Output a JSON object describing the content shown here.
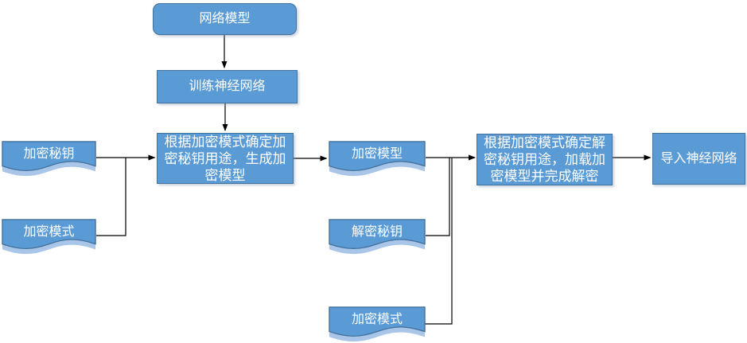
{
  "diagram": {
    "title": "encryption-decryption-neural-network-flowchart",
    "colors": {
      "background": "#ffffff",
      "node_fill": "#5B9BD5",
      "node_border": "#41719C",
      "doc_shadow_fill": "#A9C6E8",
      "connector_color": "#000000",
      "text_color": "#ffffff"
    },
    "nodes": {
      "net_model": {
        "label": "网络模型",
        "shape": "rounded-rectangle"
      },
      "train": {
        "label": "训练神经网络",
        "shape": "rectangle"
      },
      "enc_process": {
        "label": "根据加密模式确定加密秘钥用途，生成加密模型",
        "shape": "rectangle"
      },
      "enc_key": {
        "label": "加密秘钥",
        "shape": "document"
      },
      "enc_mode_left": {
        "label": "加密模式",
        "shape": "document"
      },
      "enc_model": {
        "label": "加密模型",
        "shape": "document"
      },
      "dec_key": {
        "label": "解密秘钥",
        "shape": "document"
      },
      "enc_mode_mid": {
        "label": "加密模式",
        "shape": "document"
      },
      "dec_process": {
        "label": "根据加密模式确定解密秘钥用途，加载加密模型并完成解密",
        "shape": "rectangle"
      },
      "import_nn": {
        "label": "导入神经网络",
        "shape": "rectangle"
      }
    },
    "edges": [
      {
        "from": "net_model",
        "to": "train",
        "arrow": true
      },
      {
        "from": "train",
        "to": "enc_process",
        "arrow": true
      },
      {
        "from": "enc_key",
        "to": "enc_process",
        "arrow": true
      },
      {
        "from": "enc_mode_left",
        "to": "enc_process",
        "arrow": false
      },
      {
        "from": "enc_process",
        "to": "enc_model",
        "arrow": true
      },
      {
        "from": "enc_model",
        "to": "dec_process",
        "arrow": true
      },
      {
        "from": "dec_key",
        "to": "dec_process",
        "arrow": false
      },
      {
        "from": "enc_mode_mid",
        "to": "dec_process",
        "arrow": false
      },
      {
        "from": "dec_process",
        "to": "import_nn",
        "arrow": true
      }
    ]
  }
}
